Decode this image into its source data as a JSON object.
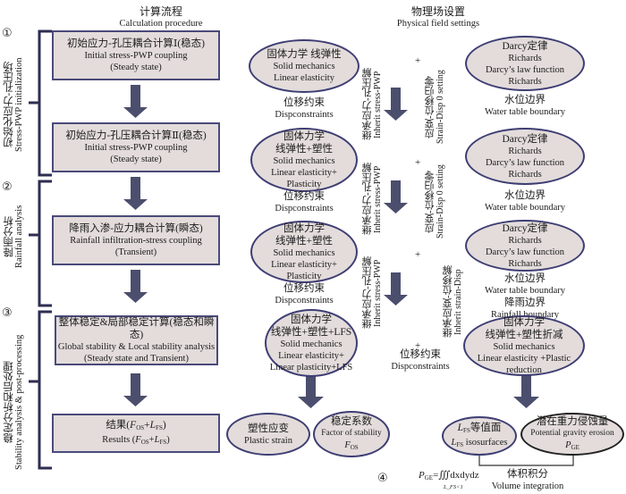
{
  "headers": {
    "calc": {
      "cn": "计算流程",
      "en": "Calculation procedure"
    },
    "phys": {
      "cn": "物理场设置",
      "en": "Physical field settings"
    }
  },
  "stages": [
    {
      "num": "①",
      "cn": "初始化应力-孔压场",
      "en": "Stress-PWP initialization"
    },
    {
      "num": "②",
      "cn": "降雨分析",
      "en": "Rainfall analysis"
    },
    {
      "num": "③",
      "cn": "稳定分析和后处理",
      "en": "Stability analysis & post-processing"
    },
    {
      "num": "④"
    }
  ],
  "calc_boxes": [
    {
      "cn": "初始应力-孔压耦合计算Ⅰ(稳态)",
      "en": "Initial stress-PWP coupling",
      "en2": "(Steady state)"
    },
    {
      "cn": "初始应力-孔压耦合计算Ⅱ(稳态)",
      "en": "Initial stress-PWP  coupling",
      "en2": "(Steady state)"
    },
    {
      "cn": "降雨入渗-应力耦合计算(瞬态)",
      "en": "Rainfall infiltration-stress coupling",
      "en2": "(Transient)"
    },
    {
      "cn": "整体稳定&局部稳定计算(稳态和瞬态)",
      "en": "Global stability & Local stability analysis",
      "en2": "(Steady state and Transient)"
    },
    {
      "cn": "结果(F_OS+L_FS)",
      "en": "Results (F_OS+L_FS)"
    }
  ],
  "solid_ellipses": [
    {
      "lines": [
        "固体力学 线弹性",
        "Solid mechanics",
        "Linear elasticity"
      ]
    },
    {
      "lines": [
        "固体力学",
        "线弹性+塑性",
        "Solid mechanics",
        "Linear elasticity+",
        "Plasticity"
      ]
    },
    {
      "lines": [
        "固体力学",
        "线弹性+塑性",
        "Solid mechanics",
        "Linear elasticity+",
        "Plasticity"
      ]
    },
    {
      "lines": [
        "固体力学",
        "线弹性+塑性+LFS",
        "Solid mechanics",
        "Linear elasticity+",
        "Linear plasticity+LFS"
      ]
    }
  ],
  "disp_constraint": {
    "cn": "位移约束",
    "en": "Dispconstraints"
  },
  "darcy_ellipses": [
    {
      "lines": [
        "Darcy定律",
        "Richards",
        "Darcy’s law function",
        "Richards"
      ]
    },
    {
      "lines": [
        "Darcy定律",
        "Richards",
        "Darcy’s law function",
        "Richards"
      ]
    },
    {
      "lines": [
        "Darcy定律",
        "Richards",
        "Darcy’s law function",
        "Richards"
      ]
    }
  ],
  "water_table": {
    "cn": "水位边界",
    "en": "Water table boundary"
  },
  "rainfall_boundary": {
    "cn": "降雨边界",
    "en": "Rainfall boundary"
  },
  "reduction_ellipse": {
    "lines": [
      "固体力学",
      "线弹性+塑性折减",
      "Solid mechanics",
      "Linear elasticity +Plastic",
      "reduction"
    ]
  },
  "inherit_pwp": {
    "cn": "继承应力-孔压解",
    "en": "Inherit stress-PWP"
  },
  "strain_zero": {
    "cn": "应变-位移归零",
    "en": "Strain-Disp 0 setting"
  },
  "inherit_strain": {
    "cn": "继承应变-位移解",
    "en": "Inherit strain-Disp"
  },
  "plus": "+",
  "results": {
    "plastic": {
      "cn": "塑性应变",
      "en": "Plastic strain"
    },
    "fos": {
      "cn": "稳定系数",
      "en": "Factor of stability",
      "sym": "F",
      "sub": "OS"
    },
    "lfs": {
      "cn": "等值面",
      "en": "isosurfaces",
      "sym": "L",
      "sub": "FS"
    },
    "pge": {
      "cn": "潜在重力侵蚀量",
      "en": "Potential gravity erosion",
      "sym": "P",
      "sub": "GE"
    }
  },
  "formula": {
    "lhs": "P",
    "lhs_sub": "GE",
    "body": "=∭dxdydz",
    "cond": "L_FS<1"
  },
  "volume_integration": {
    "cn": "体积积分",
    "en": "Volume integration"
  },
  "colors": {
    "box_fill": "#e3dcdb",
    "border": "#4a4a7a",
    "arrow": "#4b4e6d",
    "bracket": "#2e2e52"
  }
}
